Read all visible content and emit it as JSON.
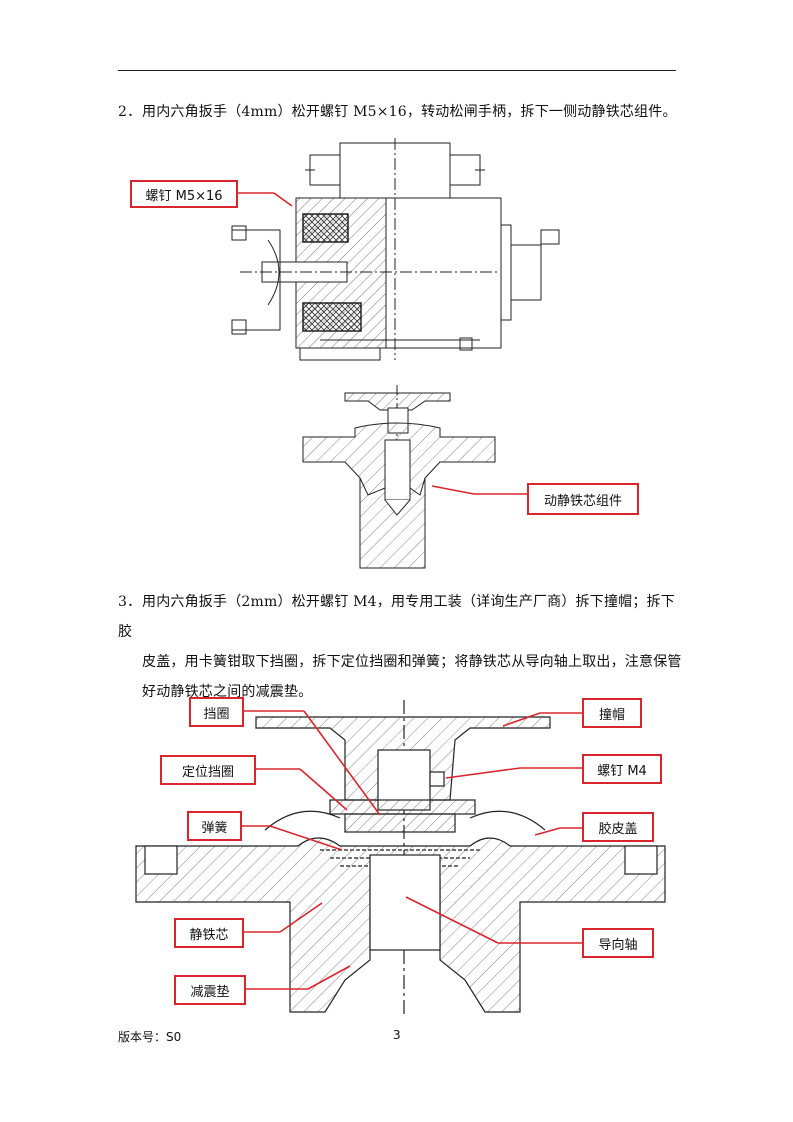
{
  "step2": {
    "number": "2．",
    "text": "用内六角扳手（4mm）松开螺钉 M5×16，转动松闸手柄，拆下一侧动静铁芯组件。"
  },
  "fig1": {
    "label_screw": "螺钉 M5×16",
    "label_assembly": "动静铁芯组件"
  },
  "step3": {
    "number": "3．",
    "line1": "用内六角扳手（2mm）松开螺钉 M4，用专用工装（详询生产厂商）拆下撞帽；拆下胶",
    "line2": "皮盖，用卡簧钳取下挡圈，拆下定位挡圈和弹簧；将静铁芯从导向轴上取出，注意保管",
    "line3": "好动静铁芯之间的减震垫。"
  },
  "fig2": {
    "label_retaining_ring": "挡圈",
    "label_positioning_ring": "定位挡圈",
    "label_spring": "弹簧",
    "label_static_core": "静铁芯",
    "label_damping_pad": "减震垫",
    "label_cap": "撞帽",
    "label_screw_m4": "螺钉 M4",
    "label_rubber_cover": "胶皮盖",
    "label_guide_shaft": "导向轴"
  },
  "footer": {
    "version": "版本号：S0",
    "page": "3"
  },
  "colors": {
    "callout": "#d9262c",
    "line": "#222222"
  }
}
